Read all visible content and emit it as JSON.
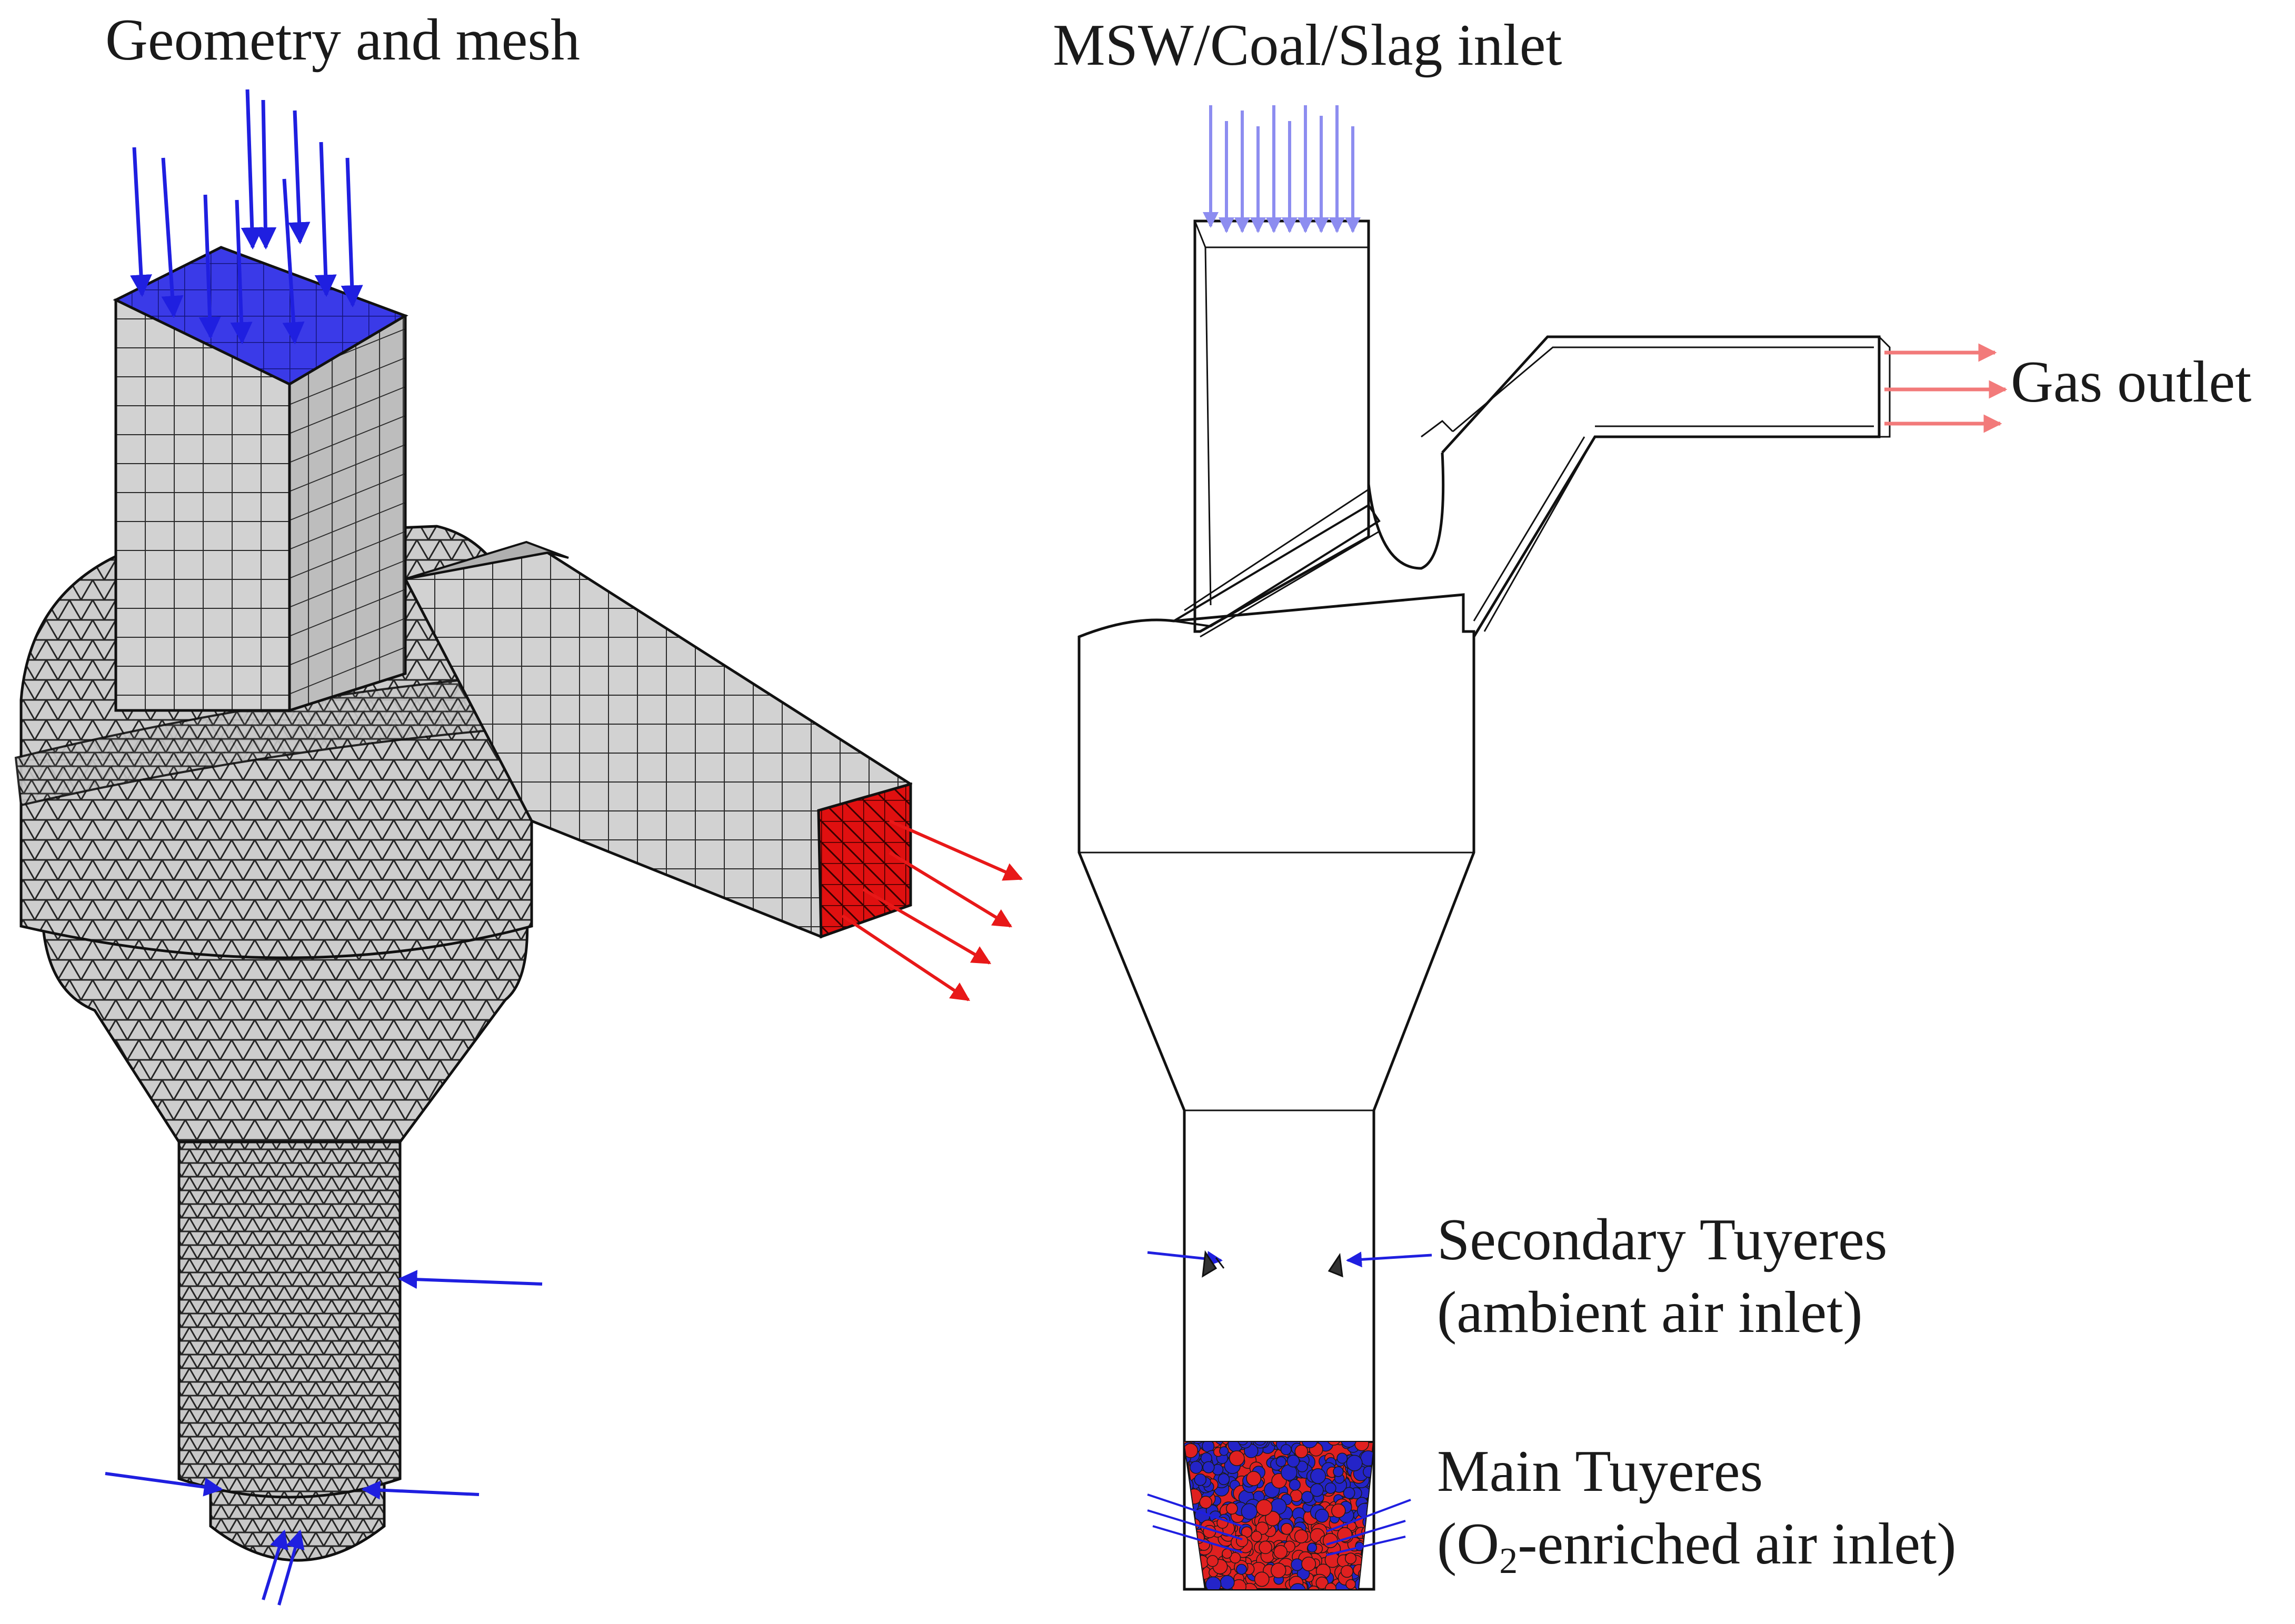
{
  "panels": {
    "left": {
      "title": "Geometry and mesh"
    },
    "right": {
      "inlet_label": "MSW/Coal/Slag  inlet",
      "gas_outlet": "Gas outlet",
      "secondary": {
        "line1": "Secondary  Tuyeres",
        "line2": "(ambient air inlet)"
      },
      "main": {
        "line1": "Main Tuyeres",
        "line2_prefix": "(O",
        "line2_sub": "2",
        "line2_suffix": "-enriched  air inlet)"
      }
    }
  },
  "colors": {
    "inlet_arrow": "#1f1fe0",
    "inlet_arrow_light": "#8d8df0",
    "outlet_arrow": "#e81818",
    "outlet_arrow_light": "#f27a7a",
    "mesh_fill": "#cfcfcf",
    "mesh_line": "#222222",
    "inlet_face": "#3a3ae8",
    "outlet_face": "#e01010",
    "bed_red": "#e02020",
    "bed_blue": "#2424c8"
  }
}
